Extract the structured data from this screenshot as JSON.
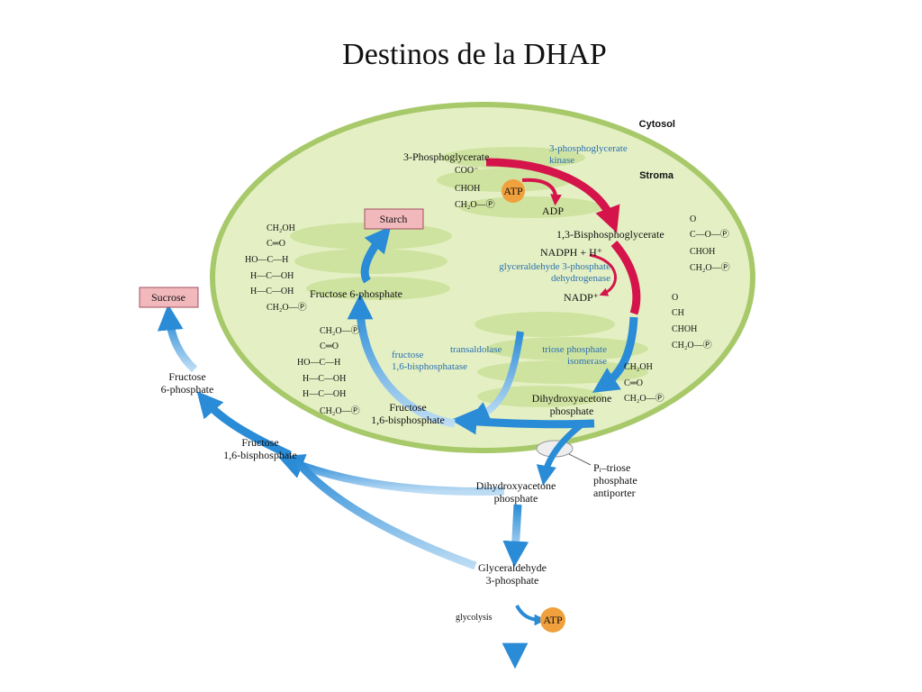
{
  "slide_title": "Destinos de la DHAP",
  "colors": {
    "stroma": "#e4f0c4",
    "stroma_border": "#a7c96a",
    "blob": "#cfe3a0",
    "red_arrow": "#d4144a",
    "blue_arrow": "#2a8bd6",
    "box_fill": "#f2b9bd",
    "atp": "#f0a03c"
  },
  "compartments": {
    "cytosol": "Cytosol",
    "stroma": "Stroma"
  },
  "boxes": {
    "starch": "Starch",
    "sucrose": "Sucrose"
  },
  "metabolites": {
    "pg3": "3-Phosphoglycerate",
    "bpg13": "1,3-Bisphosphoglycerate",
    "nadph": "NADPH + H⁺",
    "adp": "ADP",
    "nadp": "NADP⁺",
    "f6p_stroma": "Fructose 6-phosphate",
    "fbp_stroma_1": "Fructose",
    "fbp_stroma_2": "1,6-bisphosphate",
    "dhap_stroma_1": "Dihydroxyacetone",
    "dhap_stroma_2": "phosphate",
    "dhap_cyt_1": "Dihydroxyacetone",
    "dhap_cyt_2": "phosphate",
    "f6p_cyt_1": "Fructose",
    "f6p_cyt_2": "6-phosphate",
    "fbp_cyt_1": "Fructose",
    "fbp_cyt_2": "1,6-bisphosphate",
    "gap_1": "Glyceraldehyde",
    "gap_2": "3-phosphate",
    "glycolysis": "glycolysis",
    "atp": "ATP"
  },
  "enzymes": {
    "pgk_1": "3-phosphoglycerate",
    "pgk_2": "kinase",
    "gapdh_1": "glyceraldehyde 3-phosphate",
    "gapdh_2": "dehydrogenase",
    "fbpase_1": "fructose",
    "fbpase_2": "1,6-bisphosphatase",
    "transaldolase": "transaldolase",
    "tpi_1": "triose phosphate",
    "tpi_2": "isomerase"
  },
  "transporter": {
    "line1": "Pᵢ–triose",
    "line2": "phosphate",
    "line3": "antiporter"
  },
  "structures": {
    "pg3": [
      "COO⁻",
      "CHOH",
      "CH₂O—Ⓟ"
    ],
    "bpg13": [
      "O",
      "C—O—Ⓟ",
      "CHOH",
      "CH₂O—Ⓟ"
    ],
    "gap": [
      "O",
      "CH",
      "CHOH",
      "CH₂O—Ⓟ"
    ],
    "dhap": [
      "CH₂OH",
      "C═O",
      "CH₂O—Ⓟ"
    ],
    "f6p": [
      "CH₂OH",
      "C═O",
      "HO—C—H",
      "H—C—OH",
      "H—C—OH",
      "CH₂O—Ⓟ"
    ],
    "fbp": [
      "CH₂O—Ⓟ",
      "C═O",
      "HO—C—H",
      "H—C—OH",
      "H—C—OH",
      "CH₂O—Ⓟ"
    ]
  }
}
